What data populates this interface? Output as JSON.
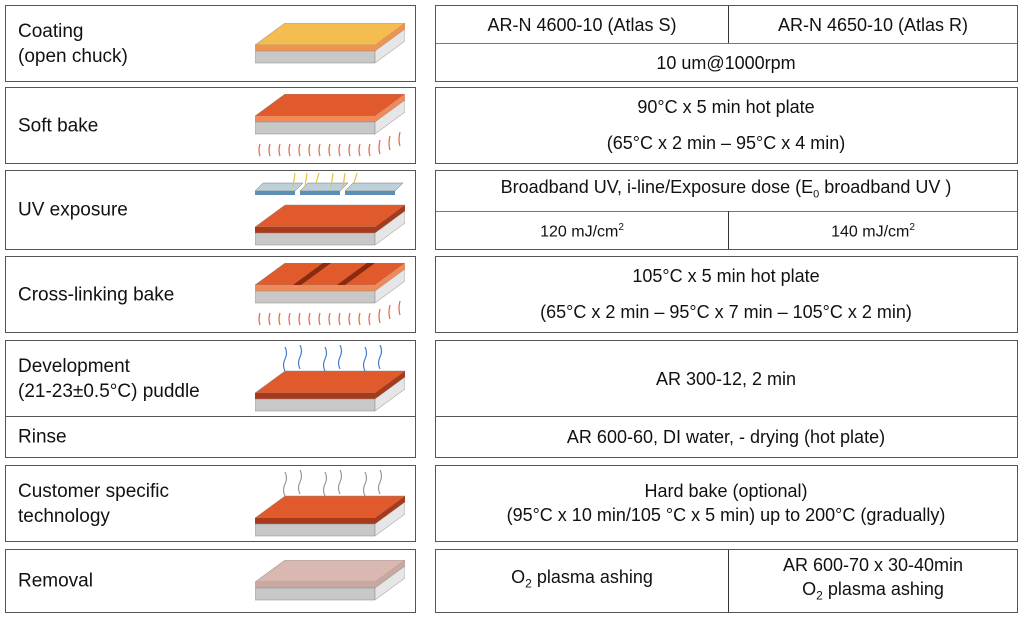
{
  "steps": [
    {
      "label_1": "Coating",
      "label_2": "(open chuck)"
    },
    {
      "label_1": "Soft bake"
    },
    {
      "label_1": "UV exposure"
    },
    {
      "label_1": "Cross-linking bake"
    },
    {
      "label_1": "Development",
      "label_2": "(21-23±0.5°C) puddle"
    },
    {
      "label_1": "Rinse"
    },
    {
      "label_1": "Customer specific",
      "label_2": "technology"
    },
    {
      "label_1": "Removal"
    }
  ],
  "details": {
    "coating": {
      "resist_a": "AR-N 4600-10 (Atlas S)",
      "resist_b": "AR-N 4650-10 (Atlas R)",
      "thickness": "10 um@1000rpm"
    },
    "soft_bake": {
      "line1": "90°C x 5 min hot plate",
      "line2": "(65°C x 2 min – 95°C x 4 min)"
    },
    "uv": {
      "header": "Broadband UV, i-line/Exposure dose (E",
      "sub": "0",
      "header_end": " broadband UV )",
      "dose_a": "120 mJ/cm",
      "dose_b": "140 mJ/cm",
      "sup": "2"
    },
    "crosslink": {
      "line1": "105°C x 5 min hot plate",
      "line2": "(65°C x 2 min – 95°C x 7 min – 105°C x 2 min)"
    },
    "development": "AR 300-12, 2 min",
    "rinse": "AR 600-60, DI water, - drying (hot plate)",
    "custom": {
      "line1": "Hard bake (optional)",
      "line2": "(95°C x 10 min/105 °C x 5 min) up to 200°C (gradually)"
    },
    "removal": {
      "a_pre": "O",
      "a_sub": "2",
      "a_post": " plasma ashing",
      "b_line1": "AR 600-70 x 30-40min",
      "b_pre": "O",
      "b_sub": "2",
      "b_post": " plasma ashing"
    }
  }
}
